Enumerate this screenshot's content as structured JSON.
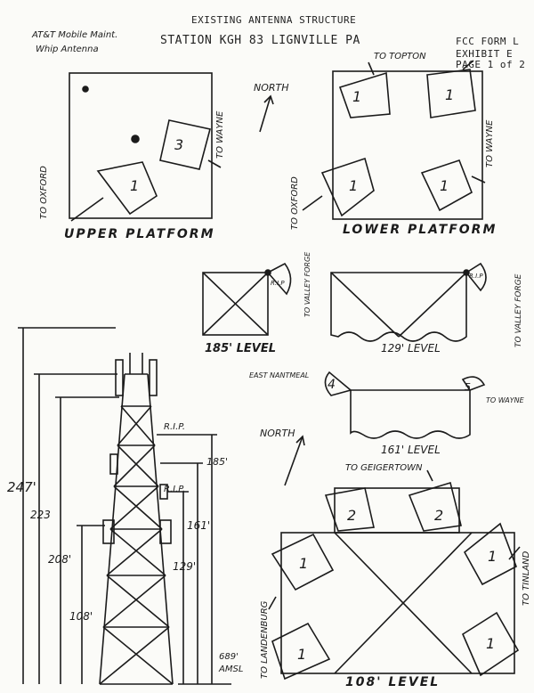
{
  "header": {
    "title": "EXISTING ANTENNA STRUCTURE",
    "station": "STATION KGH 83 LIGNVILLE PA",
    "fcc_form": "FCC FORM L",
    "exhibit": "EXHIBIT E",
    "page": "PAGE 1 of 2"
  },
  "upper_platform": {
    "label": "UPPER PLATFORM",
    "note_line1": "AT&T Mobile Maint.",
    "note_line2": "Whip Antenna",
    "antennas": [
      "3",
      "1"
    ],
    "to_wayne": "TO WAYNE",
    "to_oxford": "TO OXFORD"
  },
  "north1": "NORTH",
  "lower_platform": {
    "label": "LOWER PLATFORM",
    "antennas": [
      "1",
      "1",
      "1",
      "1"
    ],
    "to_topton": "TO TOPTON",
    "to_wayne": "TO WAYNE",
    "to_oxford": "TO OXFORD"
  },
  "level_185": {
    "label": "185' LEVEL",
    "rip": "R.I.P",
    "to_vf": "TO VALLEY FORGE"
  },
  "level_129": {
    "label": "129' LEVEL",
    "rip": "R.I.P",
    "to_vf": "TO VALLEY FORGE"
  },
  "level_161": {
    "label": "161' LEVEL",
    "ant4": "4",
    "ant5": "5",
    "to_east": "EAST NANTMEAL",
    "to_wayne": "TO WAYNE"
  },
  "north2": "NORTH",
  "level_108": {
    "label": "108' LEVEL",
    "to_geiger": "TO GEIGERTOWN",
    "ant2": [
      "2",
      "2"
    ],
    "ant1": [
      "1",
      "1",
      "1",
      "1"
    ],
    "to_landen": "TO LANDENBURG",
    "to_tinland": "TO TINLAND"
  },
  "tower": {
    "h247": "247'",
    "h223": "223",
    "h208": "208'",
    "h108": "108'",
    "h185": "185'",
    "h161": "161'",
    "h129": "129'",
    "rip_upper": "R.I.P.",
    "rip_lower": "R.I.P.",
    "amsl_value": "689'",
    "amsl_unit": "AMSL"
  }
}
